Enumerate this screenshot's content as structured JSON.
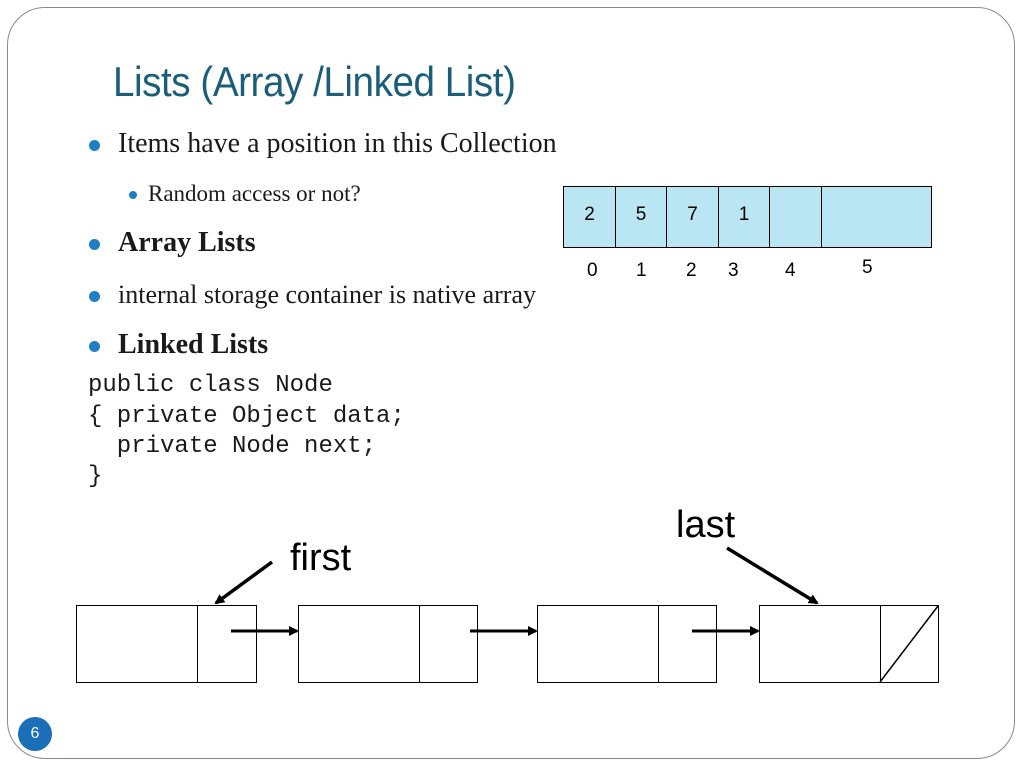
{
  "slide": {
    "title": "Lists (Array /Linked List)",
    "page_number": "6"
  },
  "bullets": [
    {
      "text": "Items have a position in this Collection",
      "level": 1,
      "bold": false
    },
    {
      "text": "Random access or not?",
      "level": 2,
      "bold": false
    },
    {
      "text": "Array Lists",
      "level": 1,
      "bold": true
    },
    {
      "text": "internal storage container is native array",
      "level": 1,
      "bold": false
    },
    {
      "text": "Linked Lists",
      "level": 1,
      "bold": true
    }
  ],
  "code": [
    "public class Node",
    "{ private Object data;",
    "  private Node next;",
    "}"
  ],
  "array_diagram": {
    "cells": [
      "2",
      "5",
      "7",
      "1",
      "",
      ""
    ],
    "indices": [
      "0",
      "1",
      "2",
      "3",
      "4",
      "5"
    ],
    "fill_color": "#b9e6f2"
  },
  "linked_list_diagram": {
    "first_label": "first",
    "last_label": "last",
    "node_count": 4,
    "last_next": "null"
  },
  "colors": {
    "title": "#1b5e7a",
    "bullet": "#1f7fc4",
    "badge": "#1b6fb8"
  }
}
